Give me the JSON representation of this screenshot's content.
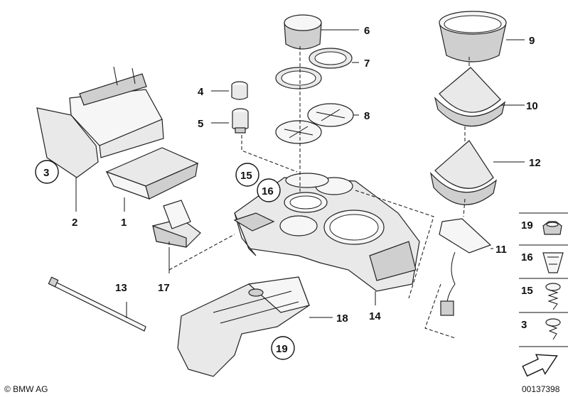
{
  "callouts": {
    "p1": "1",
    "p2": "2",
    "p3": "3",
    "p4": "4",
    "p5": "5",
    "p6": "6",
    "p7": "7",
    "p8": "8",
    "p9": "9",
    "p10": "10",
    "p11": "11",
    "p12": "12",
    "p13": "13",
    "p14": "14",
    "p15": "15",
    "p16": "16",
    "p17": "17",
    "p18": "18",
    "p19": "19"
  },
  "legend": {
    "items": [
      "19",
      "16",
      "15",
      "3"
    ]
  },
  "footer": {
    "copyright": "© BMW AG",
    "diagram_number": "00137398"
  }
}
